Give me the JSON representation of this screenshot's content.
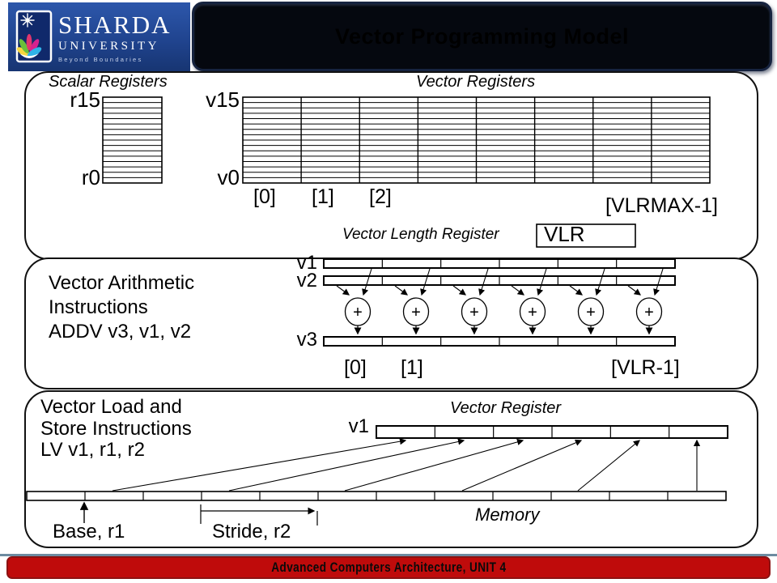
{
  "header": {
    "university": "SHARDA",
    "university_sub": "UNIVERSITY",
    "tagline": "Beyond Boundaries",
    "title": "Vector Programming Model"
  },
  "panel1": {
    "scalar_title": "Scalar Registers",
    "vector_title": "Vector Registers",
    "r_top": "r15",
    "r_bottom": "r0",
    "v_top": "v15",
    "v_bottom": "v0",
    "idx": [
      "[0]",
      "[1]",
      "[2]"
    ],
    "idx_last": "[VLRMAX-1]",
    "vlr_label": "Vector Length Register",
    "vlr_value": "VLR"
  },
  "panel2": {
    "line1": "Vector Arithmetic",
    "line2": "Instructions",
    "line3": "ADDV v3, v1, v2",
    "reg1": "v1",
    "reg2": "v2",
    "reg3": "v3",
    "op": "+",
    "idx0": "[0]",
    "idx1": "[1]",
    "idx_last": "[VLR-1]"
  },
  "panel3": {
    "line1": "Vector Load and",
    "line2": "Store Instructions",
    "line3": "LV v1, r1, r2",
    "vreg_label": "Vector Register",
    "reg": "v1",
    "memory_label": "Memory",
    "base_label": "Base, r1",
    "stride_label": "Stride, r2"
  },
  "footer": {
    "text": "Advanced Computers Architecture, UNIT 4"
  },
  "colors": {
    "title_blue": "#2948cf",
    "logo_blue": "#20448f",
    "footer_red": "#bf0b0b",
    "line_black": "#000000"
  }
}
